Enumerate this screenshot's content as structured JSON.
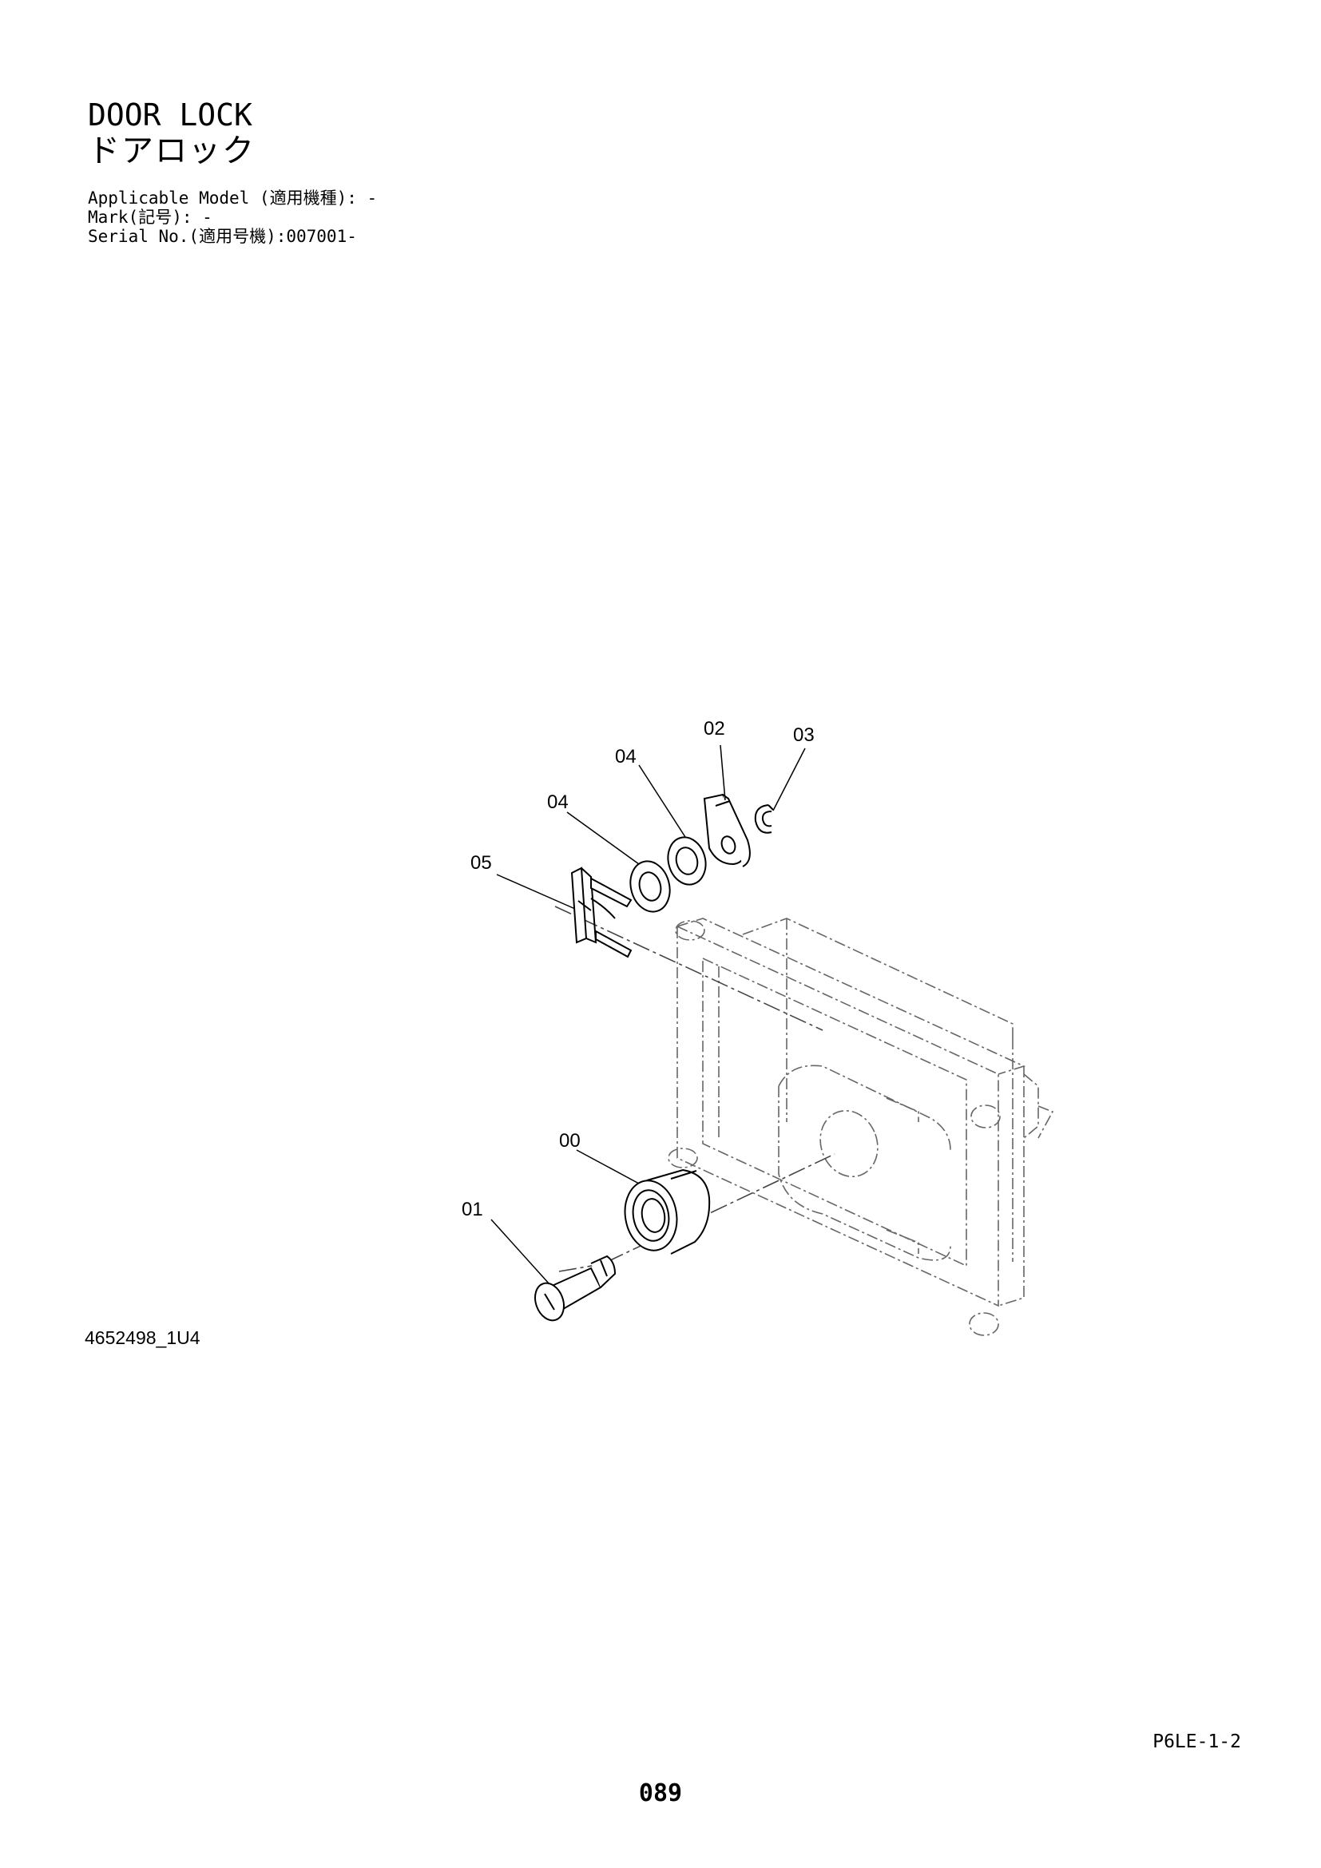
{
  "header": {
    "title_en": "DOOR LOCK",
    "title_ja": "ドアロック",
    "applicable_model": "Applicable Model (適用機種): -",
    "mark": "Mark(記号): -",
    "serial_no": "Serial No.(適用号機):007001-"
  },
  "diagram": {
    "drawing_id": "4652498_1U4",
    "callouts": [
      "00",
      "01",
      "02",
      "03",
      "04",
      "05"
    ]
  },
  "footer": {
    "section_code": "P6LE-1-2",
    "page_number": "089"
  }
}
